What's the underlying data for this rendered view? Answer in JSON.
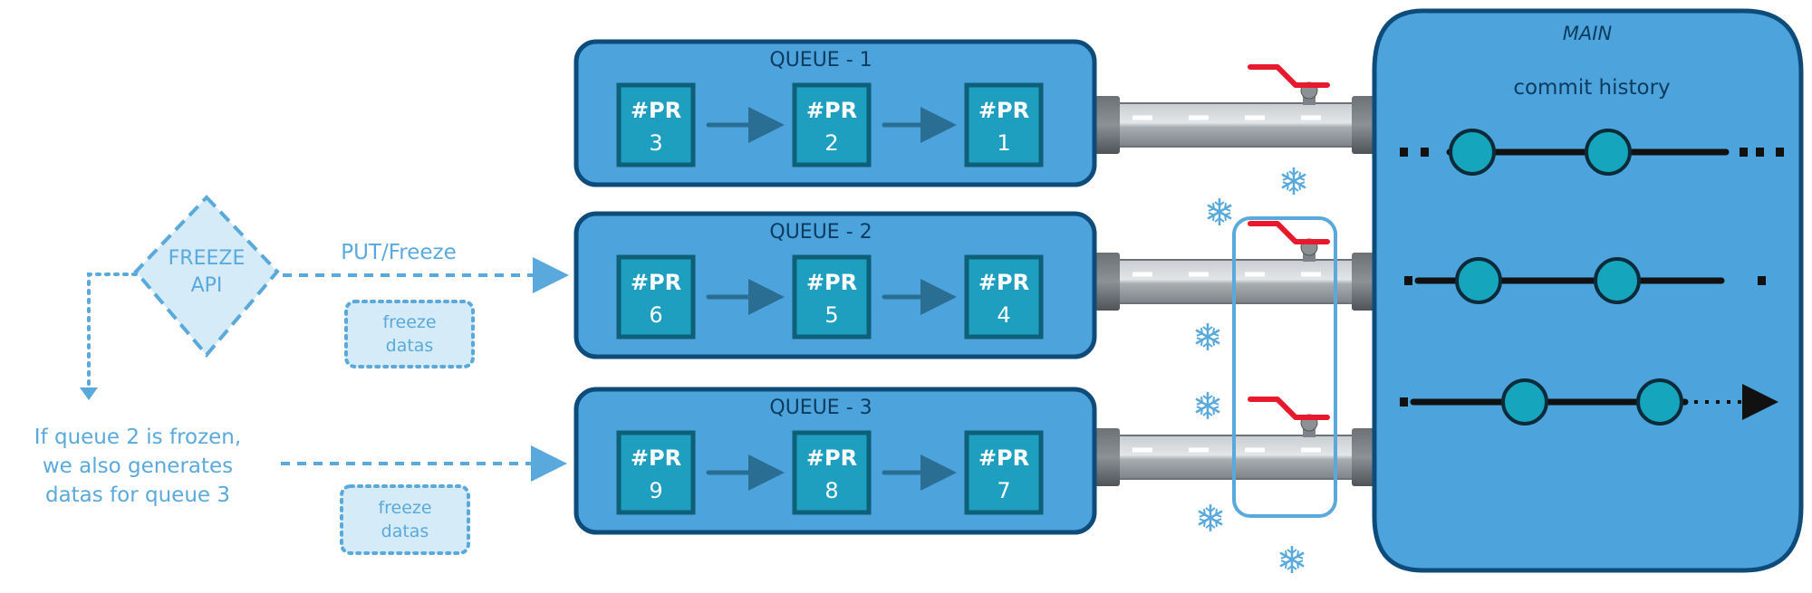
{
  "api": {
    "label_line1": "FREEZE",
    "label_line2": "API",
    "arrow_label": "PUT/Freeze",
    "freeze_note_1": {
      "line1": "freeze",
      "line2": "datas"
    },
    "freeze_note_2": {
      "line1": "freeze",
      "line2": "datas"
    },
    "condition_text": {
      "line1": "If queue 2 is frozen,",
      "line2": "we also generates",
      "line3": "datas for queue 3"
    }
  },
  "queues": [
    {
      "title": "QUEUE - 1",
      "prs": [
        {
          "label": "#PR",
          "num": "3"
        },
        {
          "label": "#PR",
          "num": "2"
        },
        {
          "label": "#PR",
          "num": "1"
        }
      ]
    },
    {
      "title": "QUEUE - 2",
      "prs": [
        {
          "label": "#PR",
          "num": "6"
        },
        {
          "label": "#PR",
          "num": "5"
        },
        {
          "label": "#PR",
          "num": "4"
        }
      ]
    },
    {
      "title": "QUEUE - 3",
      "prs": [
        {
          "label": "#PR",
          "num": "9"
        },
        {
          "label": "#PR",
          "num": "8"
        },
        {
          "label": "#PR",
          "num": "7"
        }
      ]
    }
  ],
  "main": {
    "title": "MAIN",
    "subtitle": "commit history"
  },
  "colors": {
    "queue_fill": "#4da3dc",
    "queue_stroke": "#0d4b7a",
    "pr_fill": "#1f9fbf",
    "pr_stroke": "#0e5f78",
    "light_blue": "#5aa9dc",
    "note_fill": "#d6ebf8",
    "valve_red": "#e8192c",
    "commit_fill": "#15a6bd",
    "pipe": "#9ea3a8"
  }
}
